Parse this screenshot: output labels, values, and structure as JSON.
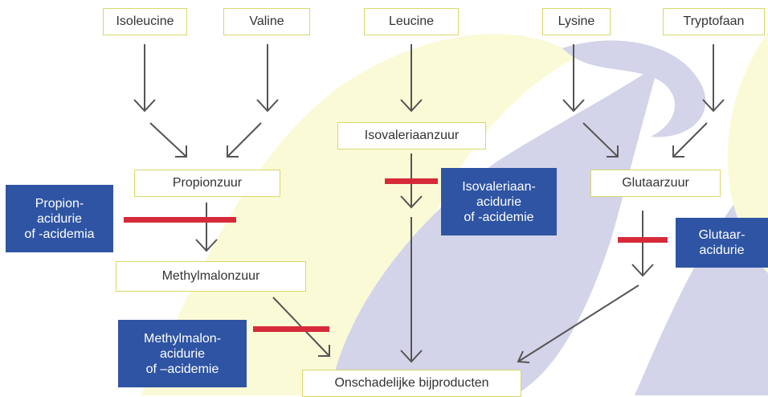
{
  "colors": {
    "background": "#ffffff",
    "background_shape_yellow": "#fafad6",
    "background_shape_blue": "#d3d4e9",
    "node_border": "#d8d86a",
    "node_text": "#333333",
    "disorder_box": "#2e54a3",
    "disorder_text": "#ffffff",
    "block_bar": "#d62a3b",
    "arrow": "#555555"
  },
  "amino_acids": {
    "isoleucine": "Isoleucine",
    "valine": "Valine",
    "leucine": "Leucine",
    "lysine": "Lysine",
    "tryptofaan": "Tryptofaan"
  },
  "intermediates": {
    "propionzuur": "Propionzuur",
    "isovaleriaanzuur": "Isovaleriaanzuur",
    "glutaarzuur": "Glutaarzuur",
    "methylmalonzuur": "Methylmalonzuur"
  },
  "end_product": "Onschadelijke bijproducten",
  "disorders": {
    "propion": "Propion-\nacidurie\nof -acidemia",
    "isovaleriaan": "Isovaleriaan-\nacidurie\nof -acidemie",
    "glutaar": "Glutaar-\nacidurie",
    "methylmalon": "Methylmalon-\nacidurie\nof –acidemie"
  }
}
